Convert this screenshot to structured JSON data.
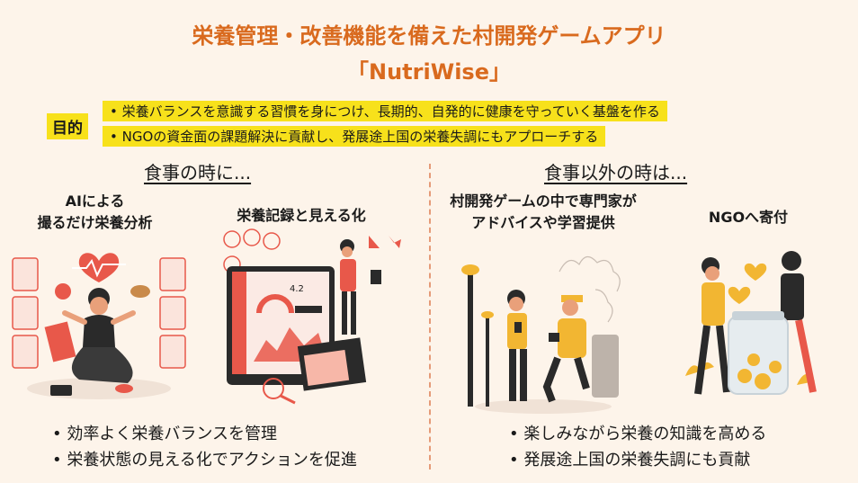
{
  "title_line1": "栄養管理・改善機能を備えた村開発ゲームアプリ",
  "title_line2": "「NutriWise」",
  "purpose": {
    "label": "目的",
    "items": [
      "• 栄養バランスを意識する習慣を身につけ、長期的、自発的に健康を守っていく基盤を作る",
      "• NGOの資金面の課題解決に貢献し、発展途上国の栄養失調にもアプローチする"
    ]
  },
  "left": {
    "heading": "食事の時に...",
    "feature1": [
      "AIによる",
      "撮るだけ栄養分析"
    ],
    "feature2": "栄養記録と見える化",
    "bullets": [
      "• 効率よく栄養バランスを管理",
      "• 栄養状態の見える化でアクションを促進"
    ],
    "dashboard_value": "4.2"
  },
  "right": {
    "heading": "食事以外の時は...",
    "feature1": [
      "村開発ゲームの中で専門家が",
      "アドバイスや学習提供"
    ],
    "feature2": "NGOへ寄付",
    "bullets": [
      "• 楽しみながら栄養の知識を高める",
      "• 発展途上国の栄養失調にも貢献"
    ]
  },
  "colors": {
    "title": "#d96a1e",
    "highlight": "#f7e11b",
    "accent": "#e8584a"
  }
}
